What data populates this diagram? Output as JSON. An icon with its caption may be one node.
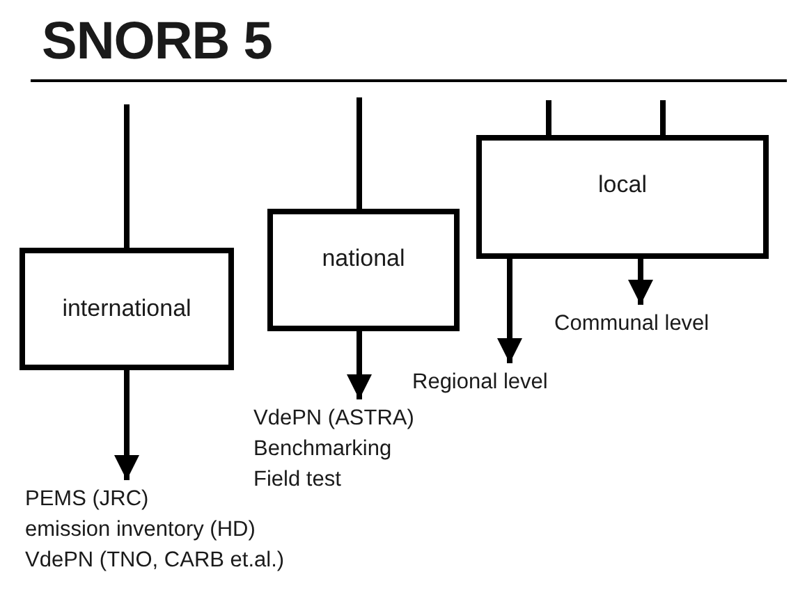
{
  "diagram": {
    "title": "SNORB 5",
    "nodes": [
      {
        "text": [
          "international"
        ]
      },
      {
        "text": [
          "national"
        ]
      },
      {
        "text": [
          "local"
        ]
      },
      {
        "text": [
          "PEMS (JRC)",
          "emission inventory (HD)",
          "VdePN (TNO, CARB et.al.)"
        ]
      },
      {
        "text": [
          "VdePN (ASTRA)",
          "Benchmarking",
          "Field test"
        ]
      },
      {
        "text": [
          "Regional level"
        ]
      },
      {
        "text": [
          "Communal level"
        ]
      }
    ],
    "edges": [
      {
        "from": null,
        "to": 0,
        "arrow": "none"
      },
      {
        "from": null,
        "to": 1,
        "arrow": "none"
      },
      {
        "from": null,
        "to": 2,
        "arrow": "none"
      },
      {
        "from": null,
        "to": 2,
        "arrow": "none"
      },
      {
        "from": 0,
        "to": 3,
        "arrow": "to"
      },
      {
        "from": 1,
        "to": 4,
        "arrow": "to"
      },
      {
        "from": 2,
        "to": 5,
        "arrow": "to"
      },
      {
        "from": 2,
        "to": 6,
        "arrow": "to"
      }
    ]
  }
}
